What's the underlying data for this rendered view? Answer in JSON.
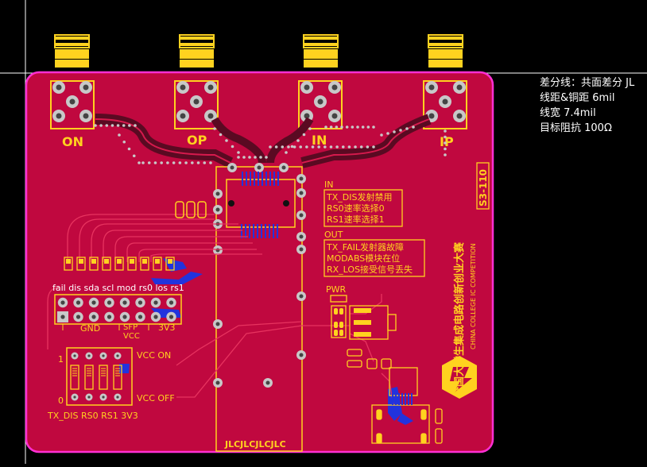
{
  "connectors": [
    {
      "label": "ON"
    },
    {
      "label": "OP"
    },
    {
      "label": "IN"
    },
    {
      "label": "IP"
    }
  ],
  "right_panel": {
    "lines": [
      "差分线：共面差分 JL",
      "线距&铜距 6mil",
      "线宽 7.4mil",
      "目标阻抗 100Ω"
    ]
  },
  "pin_header": {
    "top_labels": "fail dis sda scl mod rs0 los rs1",
    "gnd": "GND",
    "sfp": "SFP",
    "vcc": "VCC",
    "v3v3": "3V3"
  },
  "dip_switch": {
    "vcc_on": "VCC ON",
    "vcc_off": "VCC OFF",
    "num_top": "1",
    "num_bottom": "0",
    "bottom_labels": "TX_DIS RS0 RS1 3V3"
  },
  "in_box": {
    "title": "IN",
    "lines": [
      "TX_DIS发射禁用",
      "RS0速率选择0",
      "RS1速率选择1"
    ]
  },
  "out_box": {
    "title": "OUT",
    "lines": [
      "TX_FAIL发射器故障",
      "MODABS模块在位",
      "RX_LOS接受信号丢失"
    ]
  },
  "pwr_label": "PWR",
  "jlc_text": "JLCJLCJLCJLC",
  "board_id": "S3-110",
  "competition_cn": "全国大学生集成电路创新创业大赛",
  "competition_en": "CHINA COLLEGE IC COMPETITION",
  "colors": {
    "board": "#c0083f",
    "silk": "#ffd21f",
    "pad": "#b8b8b8",
    "copper_blue": "#2233dd",
    "outline": "#ff2fd3"
  }
}
